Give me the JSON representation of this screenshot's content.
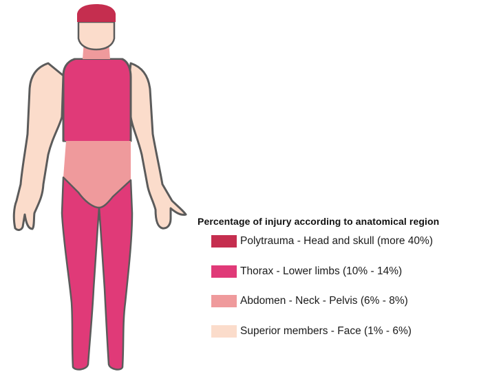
{
  "legend": {
    "title": "Percentage of injury according to anatomical region",
    "items": [
      {
        "label": "Polytrauma - Head and skull (more 40%)",
        "color": "#c52e4f"
      },
      {
        "label": "Thorax - Lower limbs (10% - 14%)",
        "color": "#e03a78"
      },
      {
        "label": "Abdomen - Neck - Pelvis (6% - 8%)",
        "color": "#ef9a9c"
      },
      {
        "label": "Superior members - Face (1% - 6%)",
        "color": "#fbdccb"
      }
    ]
  },
  "colors": {
    "outline": "#5b5b5b",
    "skin": "#fbdccb"
  }
}
